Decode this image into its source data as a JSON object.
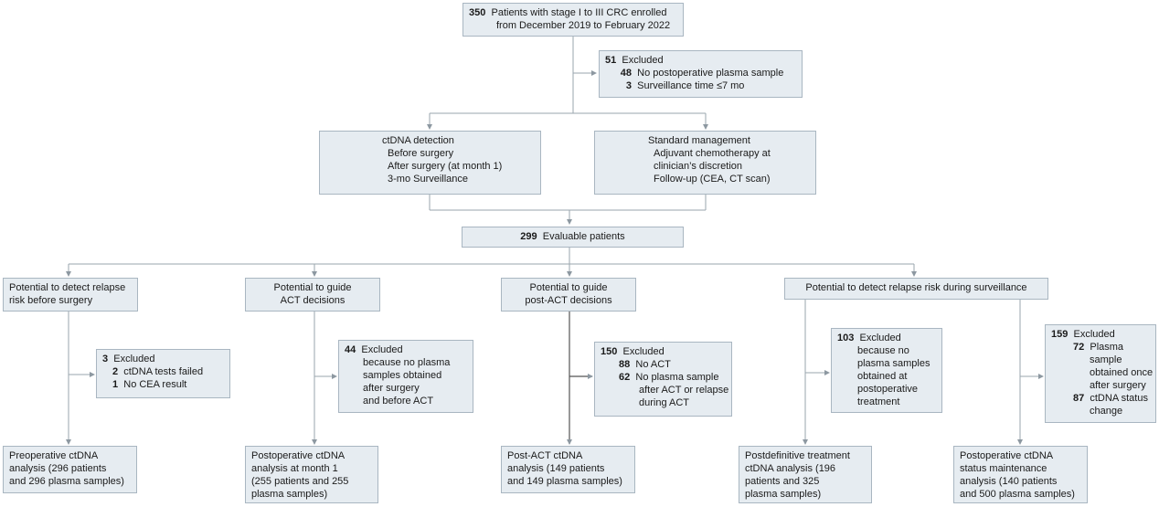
{
  "enrolled": {
    "count": "350",
    "line1": "Patients with stage I to III CRC enrolled",
    "line2": "from December 2019 to February 2022"
  },
  "excluded_top": {
    "count": "51",
    "label": "Excluded",
    "items": [
      {
        "count": "48",
        "label": "No postoperative plasma sample"
      },
      {
        "count": "3",
        "label": "Surveillance time ≤7 mo"
      }
    ]
  },
  "ctdna_detection": {
    "title": "ctDNA detection",
    "items": [
      "Before surgery",
      "After surgery (at month 1)",
      "3-mo Surveillance"
    ]
  },
  "standard_management": {
    "title": "Standard management",
    "items": [
      "Adjuvant chemotherapy at",
      "clinician’s discretion",
      "Follow-up (CEA, CT scan)"
    ]
  },
  "evaluable": {
    "count": "299",
    "label": "Evaluable patients"
  },
  "branch1": {
    "title": [
      "Potential to detect relapse",
      "risk before surgery"
    ],
    "excluded": {
      "count": "3",
      "label": "Excluded",
      "items": [
        {
          "count": "2",
          "label": "ctDNA tests failed"
        },
        {
          "count": "1",
          "label": "No CEA result"
        }
      ]
    },
    "result": [
      "Preoperative ctDNA",
      "analysis (296 patients",
      "and 296 plasma samples)"
    ]
  },
  "branch2": {
    "title": [
      "Potential to guide",
      "ACT decisions"
    ],
    "excluded": {
      "count": "44",
      "label": "Excluded",
      "lines": [
        "because no plasma",
        "samples obtained",
        "after surgery",
        "and before ACT"
      ]
    },
    "result": [
      "Postoperative ctDNA",
      "analysis at month 1",
      "(255 patients and 255",
      "plasma samples)"
    ]
  },
  "branch3": {
    "title": [
      "Potential to guide",
      "post-ACT decisions"
    ],
    "excluded": {
      "count": "150",
      "label": "Excluded",
      "items": [
        {
          "count": "88",
          "lines": [
            "No ACT"
          ]
        },
        {
          "count": "62",
          "lines": [
            "No plasma sample",
            "after ACT or relapse",
            "during ACT"
          ]
        }
      ]
    },
    "result": [
      "Post-ACT ctDNA",
      "analysis (149 patients",
      "and 149 plasma samples)"
    ]
  },
  "branch4": {
    "title": "Potential to detect relapse risk during surveillance",
    "excluded_a": {
      "count": "103",
      "label": "Excluded",
      "lines": [
        "because no",
        "plasma samples",
        "obtained at",
        "postoperative",
        "treatment"
      ]
    },
    "result_a": [
      "Postdefinitive treatment",
      "ctDNA analysis (196",
      "patients and 325",
      "plasma samples)"
    ],
    "excluded_b": {
      "count": "159",
      "label": "Excluded",
      "items": [
        {
          "count": "72",
          "lines": [
            "Plasma",
            "sample",
            "obtained once",
            "after surgery"
          ]
        },
        {
          "count": "87",
          "lines": [
            "ctDNA status",
            "change"
          ]
        }
      ]
    },
    "result_b": [
      "Postoperative ctDNA",
      "status maintenance",
      "analysis (140 patients",
      "and 500 plasma samples)"
    ]
  },
  "colors": {
    "box_fill": "#e6ecf1",
    "box_border": "#a9b6c1",
    "connector": "#9aa5ae",
    "trunk": "#555555"
  }
}
